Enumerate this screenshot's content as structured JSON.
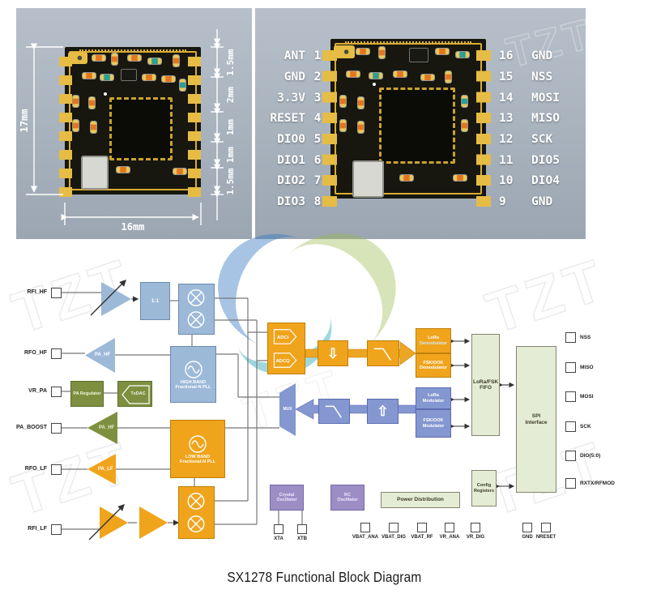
{
  "caption": "SX1278 Functional Block Diagram",
  "watermark": {
    "text": "TZT"
  },
  "photos": {
    "left": {
      "height_dim": "17mm",
      "width_dim": "16mm",
      "right_dims": [
        "1.5mm",
        "2mm",
        "1mm",
        "1mm",
        "1.5mm"
      ]
    },
    "right": {
      "left_pins": [
        {
          "label": "ANT",
          "num": "1"
        },
        {
          "label": "GND",
          "num": "2"
        },
        {
          "label": "3.3V",
          "num": "3"
        },
        {
          "label": "RESET",
          "num": "4"
        },
        {
          "label": "DIO0",
          "num": "5"
        },
        {
          "label": "DIO1",
          "num": "6"
        },
        {
          "label": "DIO2",
          "num": "7"
        },
        {
          "label": "DIO3",
          "num": "8"
        }
      ],
      "right_pins": [
        {
          "num": "16",
          "label": "GND"
        },
        {
          "num": "15",
          "label": "NSS"
        },
        {
          "num": "14",
          "label": "MOSI"
        },
        {
          "num": "13",
          "label": "MISO"
        },
        {
          "num": "12",
          "label": "SCK"
        },
        {
          "num": "11",
          "label": "DIO5"
        },
        {
          "num": "10",
          "label": "DIO4"
        },
        {
          "num": "9",
          "label": "GND"
        }
      ]
    }
  },
  "diagram": {
    "pins": {
      "left": [
        "RFI_HF",
        "RFO_HF",
        "VR_PA",
        "PA_BOOST",
        "RFO_LF",
        "RFI_LF"
      ],
      "right": [
        "NSS",
        "MISO",
        "MOSI",
        "SCK",
        "DIO(5:0)",
        "RXTX/RFMOD"
      ],
      "bottom": [
        "XTA",
        "XTB",
        "VBAT_ANA",
        "VBAT_DIG",
        "VBAT_RF",
        "VR_ANA",
        "VR_DIG",
        "GND",
        "NRESET"
      ]
    },
    "blocks": {
      "balun": "1:1",
      "hb_pll": {
        "l1": "HIGH BAND",
        "l2": "Fractional-N PLL"
      },
      "lb_pll": {
        "l1": "LOW BAND",
        "l2": "Fractional-N PLL"
      },
      "pa_regulator": "PA Regulator",
      "txdac": "TxDAC",
      "pa_hf_rx": "PA_HF",
      "pa_hf_boost": "PA_HF",
      "pa_lf": "PA_LF",
      "adci": "ADCI",
      "adcq": "ADCQ",
      "lora_demod": {
        "l1": "LoRa",
        "l2": "Demodulator"
      },
      "fsk_demod": {
        "l1": "FSK/OOK",
        "l2": "Demodulator"
      },
      "mux": "MUX",
      "lora_mod": {
        "l1": "LoRa",
        "l2": "Modulator"
      },
      "fsk_mod": {
        "l1": "FSK/OOK",
        "l2": "Modulator"
      },
      "fifo": {
        "l1": "LoRa/FSK",
        "l2": "FIFO"
      },
      "spi": {
        "l1": "SPI",
        "l2": "Interface"
      },
      "config": {
        "l1": "Config",
        "l2": "Registers"
      },
      "xtal_osc": {
        "l1": "Crystal",
        "l2": "Oscillator"
      },
      "rc_osc": {
        "l1": "RC",
        "l2": "Oscillator"
      },
      "power_dist": "Power Distribution"
    },
    "icons": {
      "decimator": "⇩",
      "interpolator": "⇧"
    }
  },
  "colors": {
    "blue": "#9db9d8",
    "orange": "#f0a41c",
    "green": "#7e9040",
    "periwinkle": "#8497d0",
    "pale_green": "#e5ecd6",
    "purple": "#9c8ec5"
  }
}
